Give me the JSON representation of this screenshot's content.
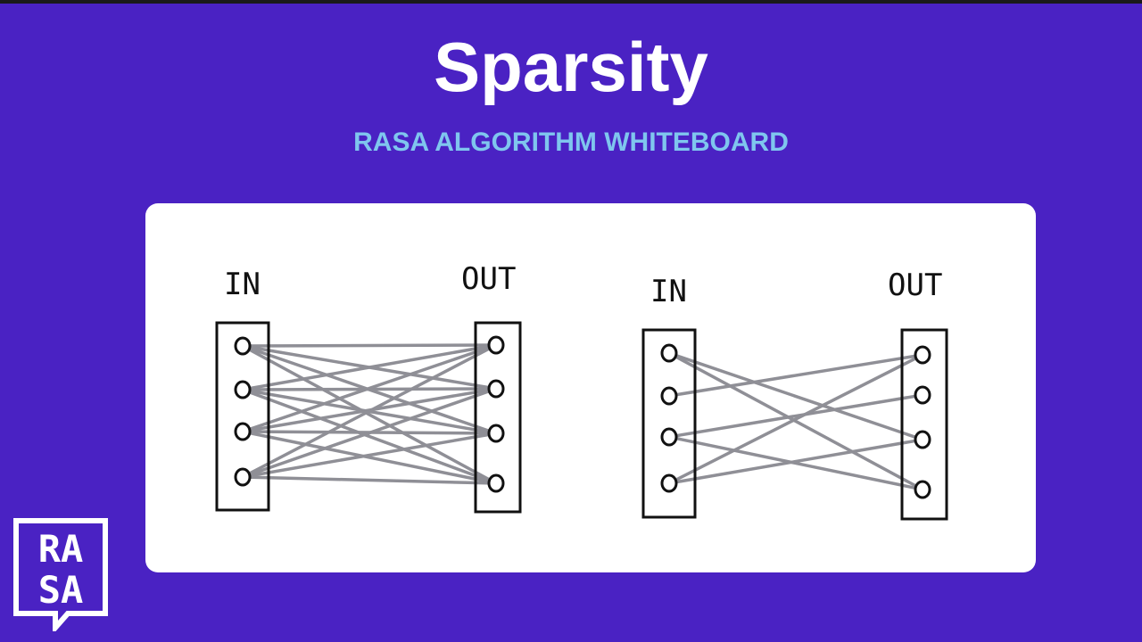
{
  "header": {
    "title": "Sparsity",
    "subtitle": "RASA ALGORITHM WHITEBOARD"
  },
  "diagrams": [
    {
      "in_label": "IN",
      "out_label": "OUT",
      "in_nodes": 4,
      "out_nodes": 4,
      "connectivity": "dense",
      "connections": [
        [
          0,
          0
        ],
        [
          0,
          1
        ],
        [
          0,
          2
        ],
        [
          0,
          3
        ],
        [
          1,
          0
        ],
        [
          1,
          1
        ],
        [
          1,
          2
        ],
        [
          1,
          3
        ],
        [
          2,
          0
        ],
        [
          2,
          1
        ],
        [
          2,
          2
        ],
        [
          2,
          3
        ],
        [
          3,
          0
        ],
        [
          3,
          1
        ],
        [
          3,
          2
        ],
        [
          3,
          3
        ]
      ]
    },
    {
      "in_label": "IN",
      "out_label": "OUT",
      "in_nodes": 4,
      "out_nodes": 4,
      "connectivity": "sparse",
      "connections": [
        [
          0,
          2
        ],
        [
          0,
          3
        ],
        [
          1,
          0
        ],
        [
          2,
          1
        ],
        [
          2,
          3
        ],
        [
          3,
          0
        ],
        [
          3,
          2
        ]
      ]
    }
  ],
  "logo": {
    "text_top": "RA",
    "text_bottom": "SA"
  },
  "colors": {
    "background": "#4a22c3",
    "title": "#ffffff",
    "subtitle": "#7fc6ee",
    "edge": "#8f8f96",
    "ink": "#111111"
  }
}
